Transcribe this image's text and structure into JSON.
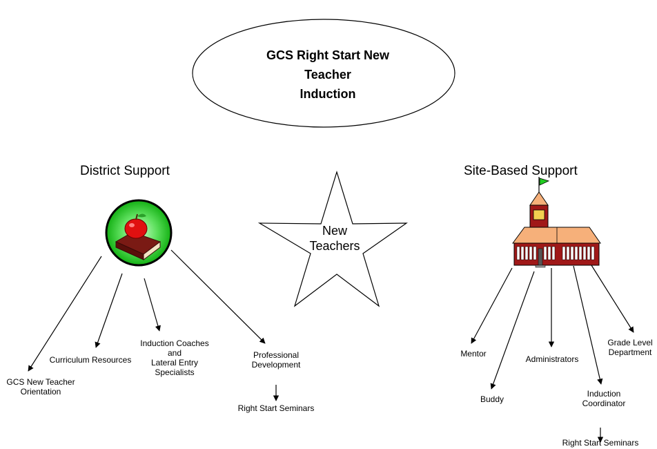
{
  "title": {
    "lines": [
      "GCS Right Start New",
      "Teacher",
      "Induction"
    ]
  },
  "center": {
    "lines": [
      "New",
      "Teachers"
    ]
  },
  "district": {
    "heading": "District Support",
    "items": {
      "orientation": [
        "GCS New Teacher",
        "Orientation"
      ],
      "curriculum": [
        "Curriculum Resources"
      ],
      "coaches": [
        "Induction Coaches",
        "and",
        "Lateral Entry",
        "Specialists"
      ],
      "profdev": [
        "Professional",
        "Development"
      ],
      "seminars": [
        "Right Start Seminars"
      ]
    }
  },
  "site": {
    "heading": "Site-Based Support",
    "items": {
      "mentor": [
        "Mentor"
      ],
      "buddy": [
        "Buddy"
      ],
      "administrators": [
        "Administrators"
      ],
      "coordinator": [
        "Induction",
        "Coordinator"
      ],
      "gradelevel": [
        "Grade Level",
        "Department"
      ],
      "seminars": [
        "Right Start Seminars"
      ]
    }
  },
  "colors": {
    "apple": "#e01010",
    "badge_green": "#22cc22",
    "roof": "#f6b07a",
    "school_red": "#a01818",
    "flag": "#22cc22"
  },
  "icons": {
    "district": "apple-book-icon",
    "site": "schoolhouse-icon"
  }
}
